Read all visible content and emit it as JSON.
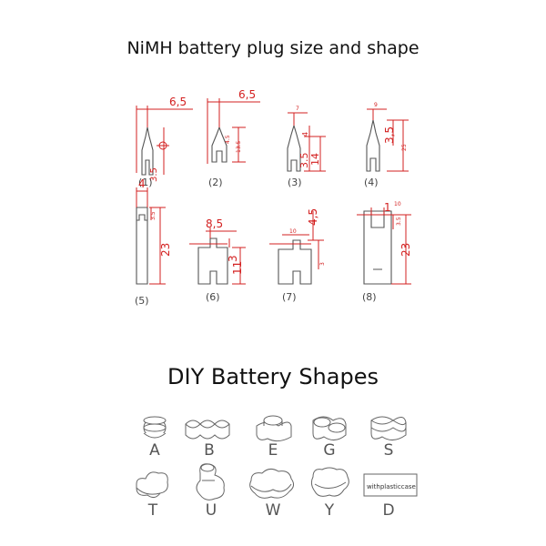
{
  "title": "NiMH battery plug size and shape",
  "subtitle": "DIY Battery Shapes",
  "plugs": [
    {
      "label": "(1)",
      "dims": [
        "6,5",
        "3.5"
      ]
    },
    {
      "label": "(2)",
      "dims": [
        "6,5",
        "4.5",
        "13.5"
      ]
    },
    {
      "label": "(3)",
      "dims": [
        "7",
        "4",
        "3.5",
        "14"
      ]
    },
    {
      "label": "(4)",
      "dims": [
        "9",
        "3,5",
        "25"
      ]
    },
    {
      "label": "(5)",
      "dims": [
        "4",
        "3.5",
        "23"
      ]
    },
    {
      "label": "(6)",
      "dims": [
        "8,5",
        "3",
        "11"
      ]
    },
    {
      "label": "(7)",
      "dims": [
        "10",
        "4,5",
        "3"
      ]
    },
    {
      "label": "(8)",
      "dims": [
        "10",
        "1",
        "23",
        "3.5"
      ]
    }
  ],
  "shapes": [
    {
      "letter": "A",
      "icon": "stacked-cells-icon"
    },
    {
      "letter": "B",
      "icon": "row-cells-icon"
    },
    {
      "letter": "E",
      "icon": "pyramid-cells-icon"
    },
    {
      "letter": "G",
      "icon": "double-stack-cells-icon"
    },
    {
      "letter": "S",
      "icon": "side-stack-cells-icon"
    },
    {
      "letter": "T",
      "icon": "triangle-cells-icon"
    },
    {
      "letter": "U",
      "icon": "u-cells-icon"
    },
    {
      "letter": "W",
      "icon": "w-cells-icon"
    },
    {
      "letter": "Y",
      "icon": "y-cells-icon"
    },
    {
      "letter": "D",
      "icon": "plastic-case-icon",
      "box_label": "withplasticcase"
    }
  ]
}
